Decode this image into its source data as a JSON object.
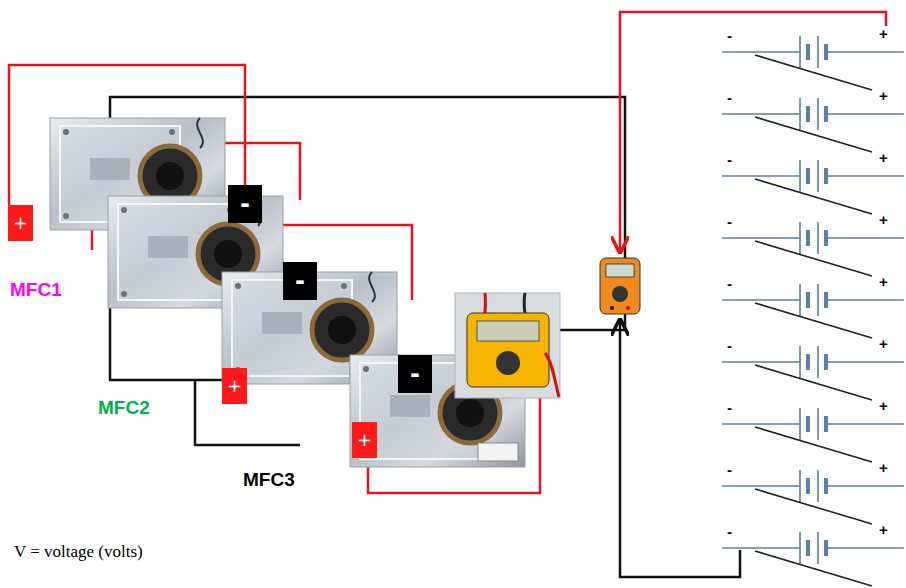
{
  "diagram": {
    "nodes": [
      {
        "text": [
          "+"
        ]
      },
      {
        "text": [
          "-"
        ]
      },
      {
        "text": [
          "-"
        ]
      },
      {
        "text": [
          "+"
        ]
      },
      {
        "text": [
          "-"
        ]
      },
      {
        "text": [
          "+"
        ]
      }
    ],
    "edges": [
      {
        "from": 0,
        "to": 1,
        "arrow": "none"
      }
    ],
    "labels": [
      "MFC1",
      "MFC2",
      "MFC3",
      "V = voltage (volts)",
      "-",
      "+",
      "-",
      "+",
      "-",
      "+",
      "-",
      "+",
      "-",
      "+",
      "-",
      "+",
      "-",
      "+",
      "-",
      "+",
      "-",
      "+"
    ]
  }
}
